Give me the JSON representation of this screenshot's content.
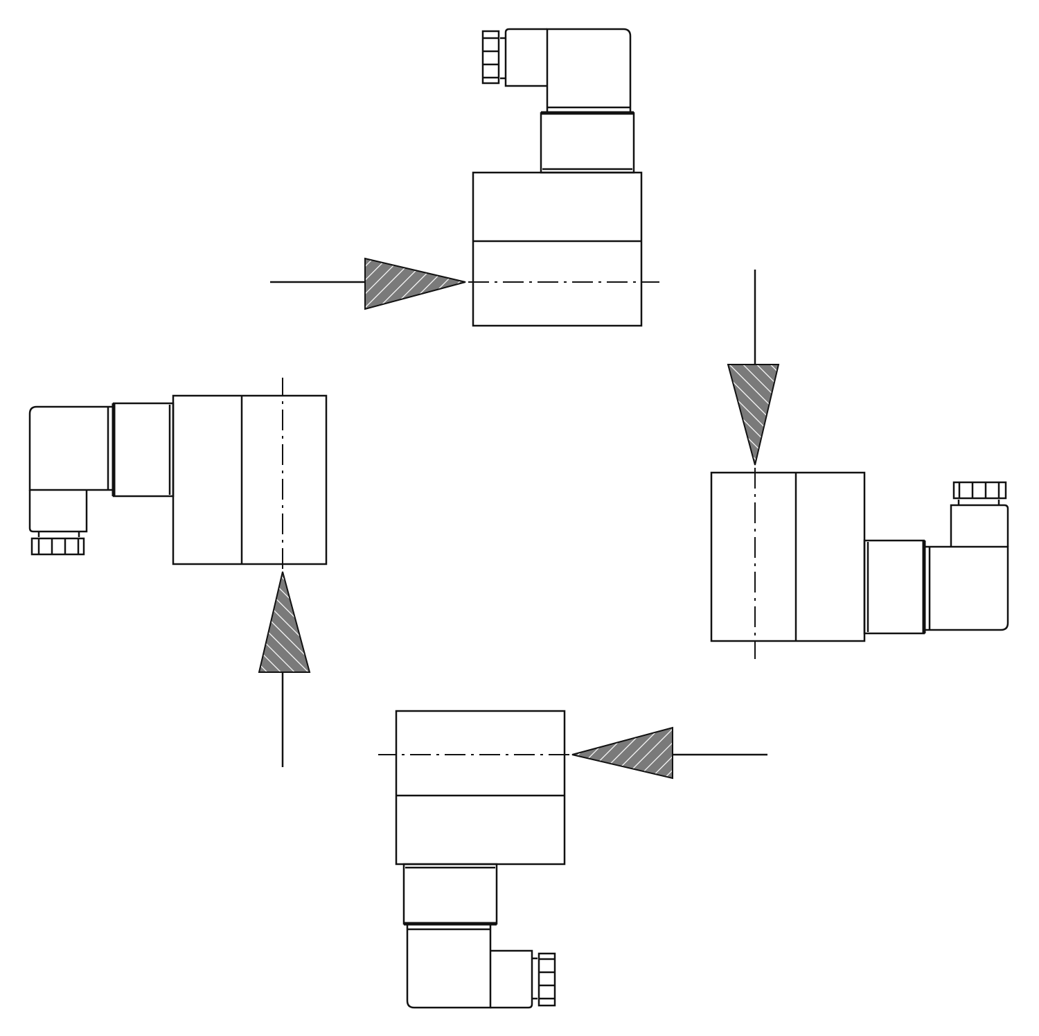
{
  "diagram": {
    "description_items": [
      "sensor-mounting-top",
      "sensor-mounting-right",
      "sensor-mounting-bottom",
      "sensor-mounting-left"
    ],
    "colors": {
      "line": "#111111",
      "arrow_fill": "#7a7a7a",
      "background": "#ffffff"
    }
  }
}
